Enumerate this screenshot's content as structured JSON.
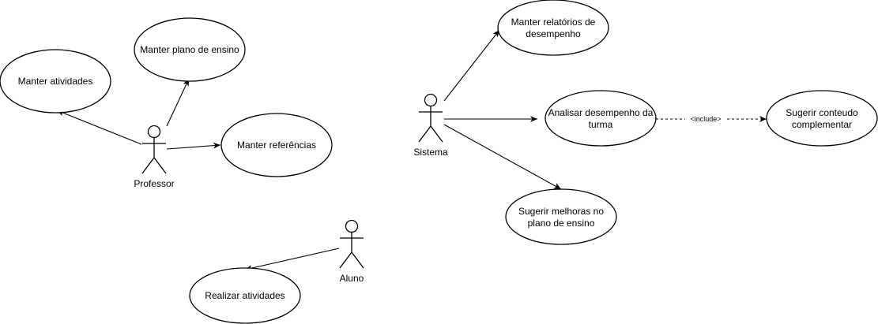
{
  "actors": {
    "professor": {
      "name": "Professor"
    },
    "sistema": {
      "name": "Sistema"
    },
    "aluno": {
      "name": "Aluno"
    }
  },
  "usecases": {
    "manter_atividades": {
      "lines": [
        "Manter atividades"
      ]
    },
    "manter_plano_ensino": {
      "lines": [
        "Manter plano de ensino"
      ]
    },
    "manter_referencias": {
      "lines": [
        "Manter referências"
      ]
    },
    "manter_relatorios": {
      "lines": [
        "Manter relatórios de",
        "desempenho"
      ]
    },
    "analisar_desempenho": {
      "lines": [
        "Analisar desempenho da",
        "turma"
      ]
    },
    "sugerir_conteudo": {
      "lines": [
        "Sugerir conteudo",
        "complementar"
      ]
    },
    "sugerir_melhoras": {
      "lines": [
        "Sugerir melhoras no",
        "plano de ensino"
      ]
    },
    "realizar_atividades": {
      "lines": [
        "Realizar atividades"
      ]
    }
  },
  "relations": {
    "include_label": "<include>"
  }
}
